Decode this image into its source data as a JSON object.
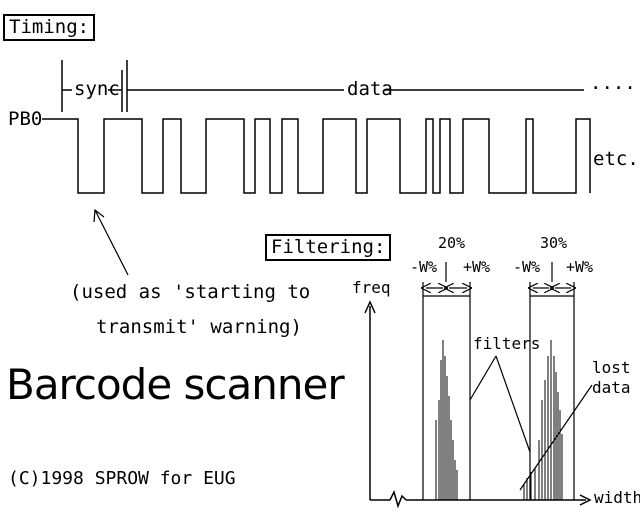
{
  "headings": {
    "timing": "Timing:",
    "filtering": "Filtering:"
  },
  "timing": {
    "sync_label": "sync",
    "data_label": "data",
    "continuation": "....",
    "signal_name": "PB0",
    "etc_label": "etc...",
    "note_line1": "(used as 'starting to",
    "note_line2": "transmit' warning)"
  },
  "title": "Barcode scanner",
  "copyright": "(C)1998 SPROW for EUG",
  "filtering": {
    "y_axis": "freq",
    "x_axis": "width",
    "filter_label": "filters",
    "lost_line1": "lost",
    "lost_line2": "data",
    "filter1_pct": "20%",
    "filter2_pct": "30%",
    "minus_w": "-W%",
    "plus_w": "+W%"
  }
}
